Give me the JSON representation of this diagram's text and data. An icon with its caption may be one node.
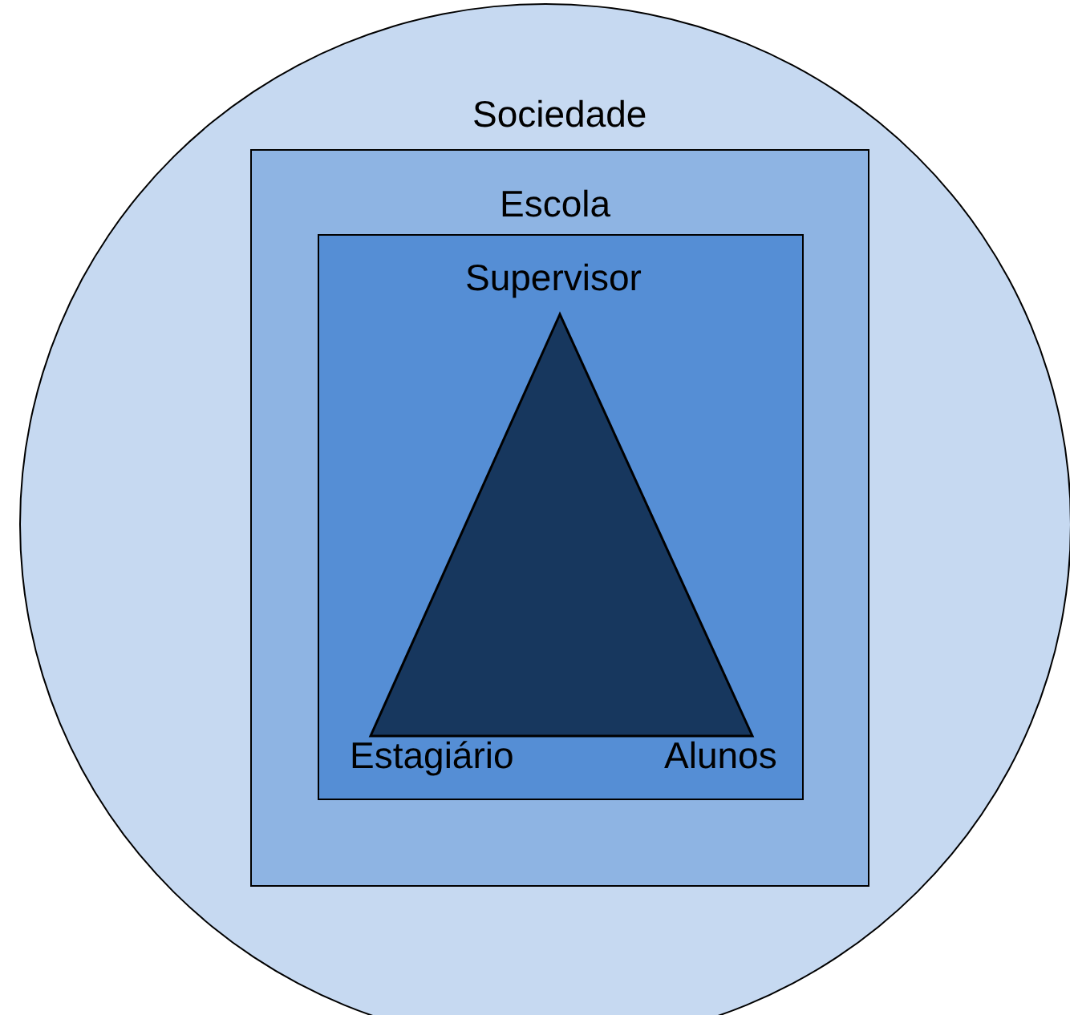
{
  "diagram": {
    "nodes": [
      {
        "text": [
          "Sociedade"
        ]
      },
      {
        "text": [
          "Escola"
        ],
        "in": 0
      },
      {
        "text": [],
        "shape": "box",
        "in": 1
      },
      {
        "text": [],
        "shape": "triangle",
        "in": 2,
        "beside": [
          "Supervisor",
          "Estagiário",
          "Alunos"
        ]
      }
    ]
  }
}
